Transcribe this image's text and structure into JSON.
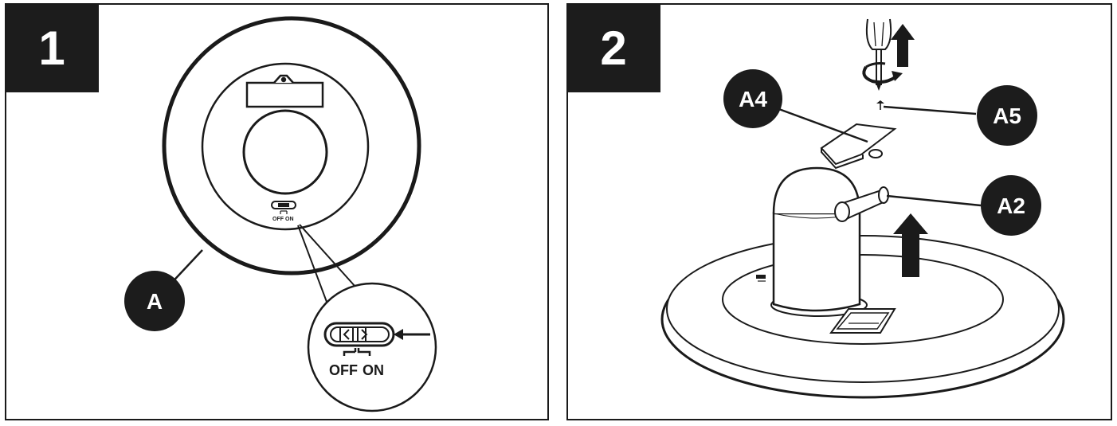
{
  "panels": [
    {
      "step": "1",
      "callouts": [
        {
          "label": "A"
        }
      ],
      "switch_small": {
        "off": "OFF",
        "on": "ON"
      },
      "switch_zoom": {
        "off": "OFF",
        "on": "ON"
      }
    },
    {
      "step": "2",
      "callouts": [
        {
          "label": "A4"
        },
        {
          "label": "A5"
        },
        {
          "label": "A2"
        }
      ]
    }
  ]
}
